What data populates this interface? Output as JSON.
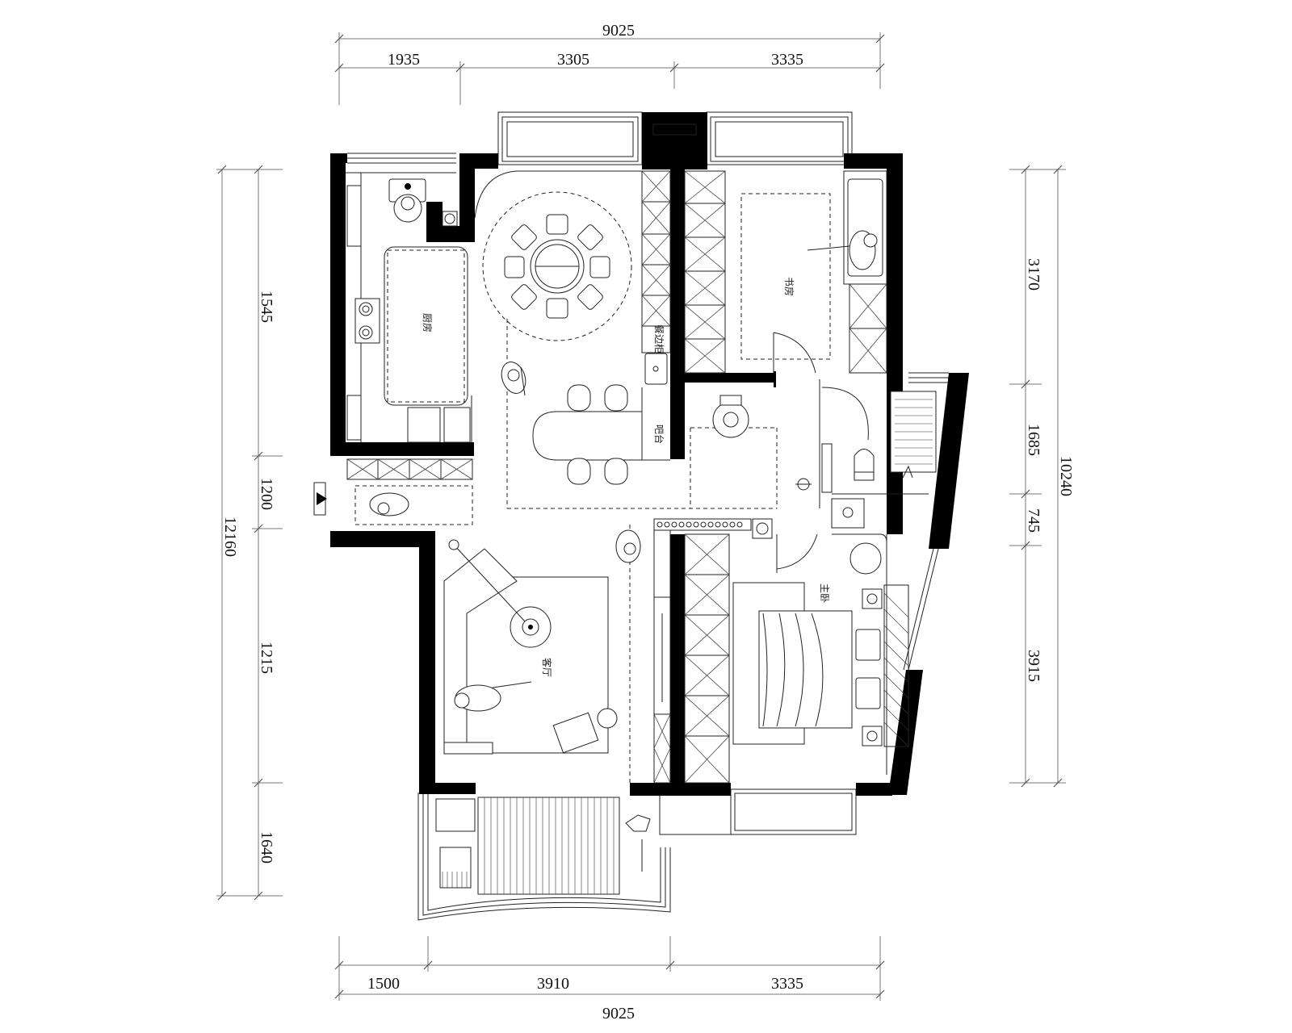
{
  "dimensions": {
    "top_total": "9025",
    "top_segments": [
      "1935",
      "3305",
      "3335"
    ],
    "bottom_segments": [
      "1500",
      "3910",
      "3335"
    ],
    "bottom_total": "9025",
    "left_total": "12160",
    "left_segments": [
      "1545",
      "1200",
      "1215",
      "1640"
    ],
    "right_total": "10240",
    "right_segments": [
      "3170",
      "1685",
      "745",
      "3915"
    ]
  },
  "rooms": {
    "kitchen": "厨房",
    "dining_sideboard": "餐边柜",
    "bar": "吧台",
    "study": "书房",
    "living": "客厅",
    "master_bedroom": "主卧"
  }
}
